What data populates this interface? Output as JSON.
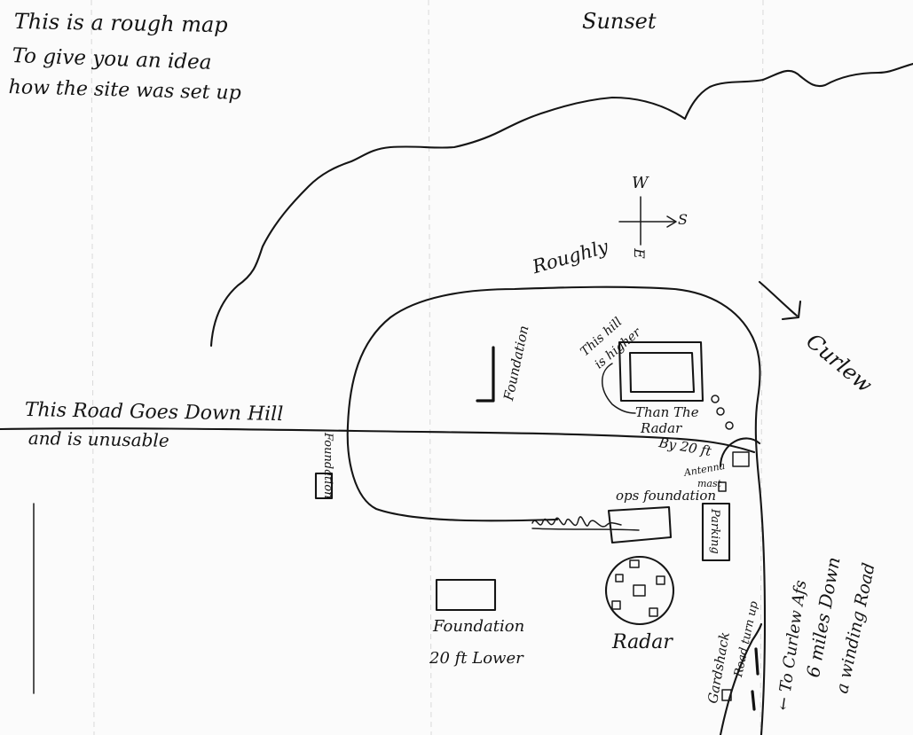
{
  "notes": {
    "line1": "This is a rough map",
    "line2": "To give you an idea",
    "line3": "how the site was set up"
  },
  "labels": {
    "sunset": "Sunset",
    "roughly": "Roughly",
    "compass_w": "W",
    "compass_e": "E",
    "compass_s": "S",
    "curlew_arrow": "Curlew",
    "road_line1": "This Road Goes Down Hill",
    "road_line2": "and is unusable",
    "foundation_left": "Foundation",
    "foundation_top": "Foundation",
    "hill_note_1": "This hill",
    "hill_note_2": "is higher",
    "hill_note_3": "Than The",
    "hill_note_4": "Radar",
    "hill_note_5": "By 20 ft",
    "antenna_1": "Antenna",
    "antenna_2": "mast",
    "ops_foundation": "ops foundation",
    "parking": "Parking",
    "foundation_bottom": "Foundation",
    "foundation_lower": "20 ft Lower",
    "radar": "Radar",
    "guard_shack": "Gardshack",
    "road_turn_up": "Road turn up",
    "to_curlew_afs": "← To Curlew Afs",
    "six_miles_1": "6 miles Down",
    "six_miles_2": "a winding Road"
  }
}
